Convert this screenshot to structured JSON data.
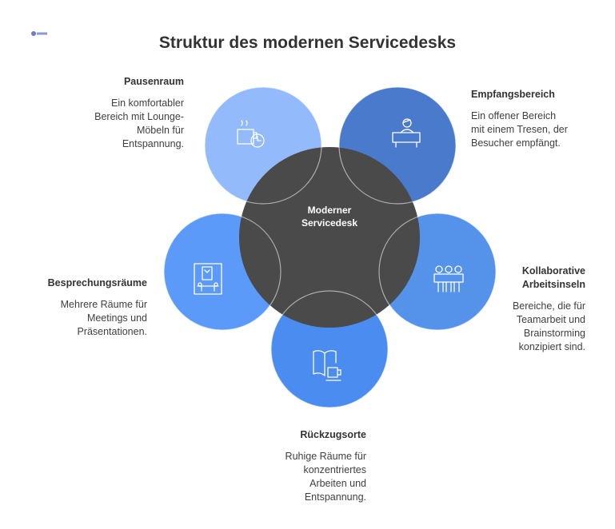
{
  "title": "Struktur des modernen Servicedesks",
  "center": {
    "line1": "Moderner",
    "line2": "Servicedesk",
    "color": "#4a4a4a"
  },
  "nodes": [
    {
      "id": "pausenraum",
      "title": "Pausenraum",
      "desc": [
        "Ein komfortabler",
        "Bereich mit Lounge-",
        "Möbeln für",
        "Entspannung."
      ],
      "color": "#93bbfb",
      "icon": "coffee-clock-icon"
    },
    {
      "id": "empfangsbereich",
      "title": "Empfangsbereich",
      "desc": [
        "Ein offener Bereich",
        "mit einem Tresen, der",
        "Besucher empfängt."
      ],
      "color": "#4a7acb",
      "icon": "reception-desk-icon"
    },
    {
      "id": "kollaborative",
      "title": [
        "Kollaborative",
        "Arbeitsinseln"
      ],
      "desc": [
        "Bereiche, die für",
        "Teamarbeit und",
        "Brainstorming",
        "konzipiert sind."
      ],
      "color": "#5592e9",
      "icon": "team-table-icon"
    },
    {
      "id": "rueckzugsorte",
      "title": "Rückzugsorte",
      "desc": [
        "Ruhige Räume für",
        "konzentriertes",
        "Arbeiten und",
        "Entspannung."
      ],
      "color": "#4b8cf0",
      "icon": "book-cup-icon"
    },
    {
      "id": "besprechungsraeume",
      "title": "Besprechungsräume",
      "desc": [
        "Mehrere Räume für",
        "Meetings und",
        "Präsentationen."
      ],
      "color": "#5b9af8",
      "icon": "presentation-board-icon"
    }
  ]
}
